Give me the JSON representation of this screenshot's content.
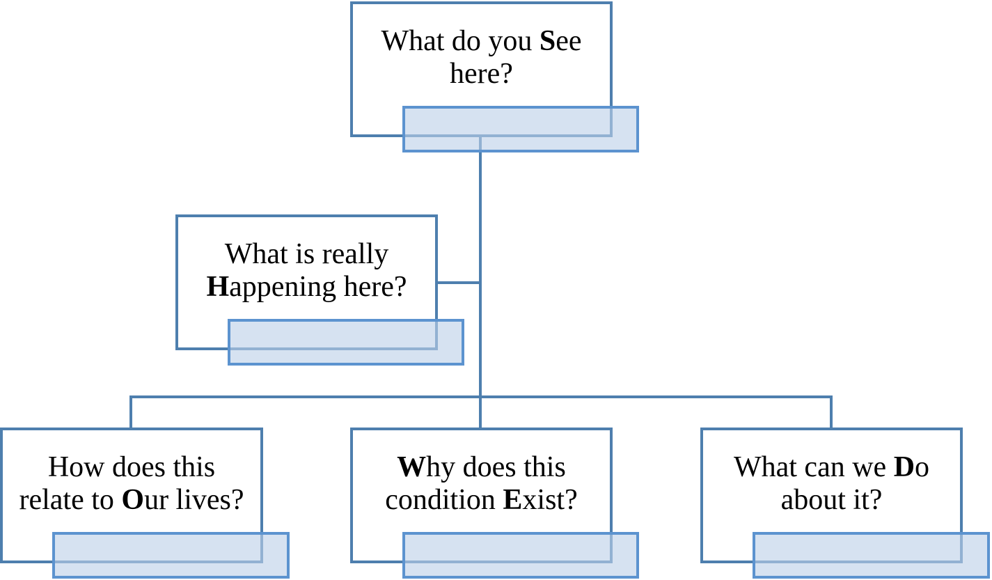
{
  "diagram": {
    "colors": {
      "connector": "#4e7fae",
      "box_border": "#4e7fae",
      "tab_border": "#5c93cf",
      "tab_fill": "#bdd0e9"
    },
    "nodes": [
      {
        "id": "see",
        "lines": [
          [
            {
              "text": "What do you "
            },
            {
              "text": "S",
              "bold": true
            },
            {
              "text": "ee"
            }
          ],
          [
            {
              "text": "here?"
            }
          ]
        ]
      },
      {
        "id": "happening",
        "lines": [
          [
            {
              "text": "What is really"
            }
          ],
          [
            {
              "text": "H",
              "bold": true
            },
            {
              "text": "appening here?"
            }
          ]
        ]
      },
      {
        "id": "our-lives",
        "lines": [
          [
            {
              "text": "How does this"
            }
          ],
          [
            {
              "text": "relate to "
            },
            {
              "text": "O",
              "bold": true
            },
            {
              "text": "ur lives?"
            }
          ]
        ]
      },
      {
        "id": "exist",
        "lines": [
          [
            {
              "text": "W",
              "bold": true
            },
            {
              "text": "hy does this"
            }
          ],
          [
            {
              "text": "condition "
            },
            {
              "text": "E",
              "bold": true
            },
            {
              "text": "xist?"
            }
          ]
        ]
      },
      {
        "id": "do",
        "lines": [
          [
            {
              "text": "What can we "
            },
            {
              "text": "D",
              "bold": true
            },
            {
              "text": "o"
            }
          ],
          [
            {
              "text": "about it?"
            }
          ]
        ]
      }
    ]
  }
}
